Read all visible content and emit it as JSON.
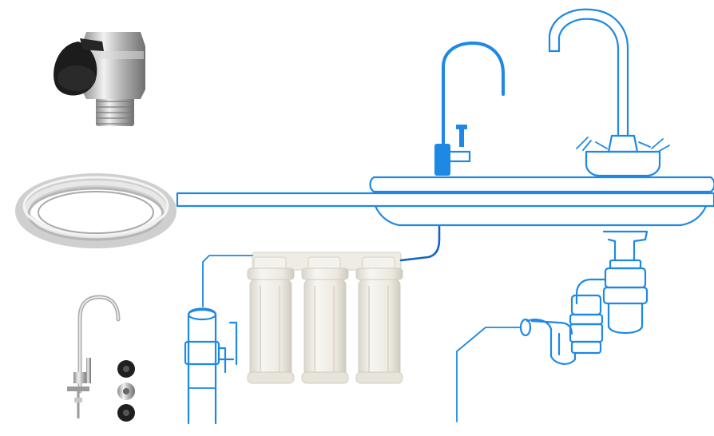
{
  "scene": {
    "accent_color": "#1e88e5",
    "dark_accent_color": "#1565c0",
    "housing_color": "#f1efe8",
    "components": [
      {
        "name": "tee-valve-icon"
      },
      {
        "name": "tubing-coil-icon"
      },
      {
        "name": "drinking-faucet-kit-icon"
      }
    ],
    "diagram": [
      {
        "name": "countertop"
      },
      {
        "name": "sink-basin"
      },
      {
        "name": "kitchen-mixer-faucet"
      },
      {
        "name": "filtered-water-faucet"
      },
      {
        "name": "triple-filter-housings"
      },
      {
        "name": "cold-water-supply-valve"
      },
      {
        "name": "drain-trap"
      }
    ]
  }
}
